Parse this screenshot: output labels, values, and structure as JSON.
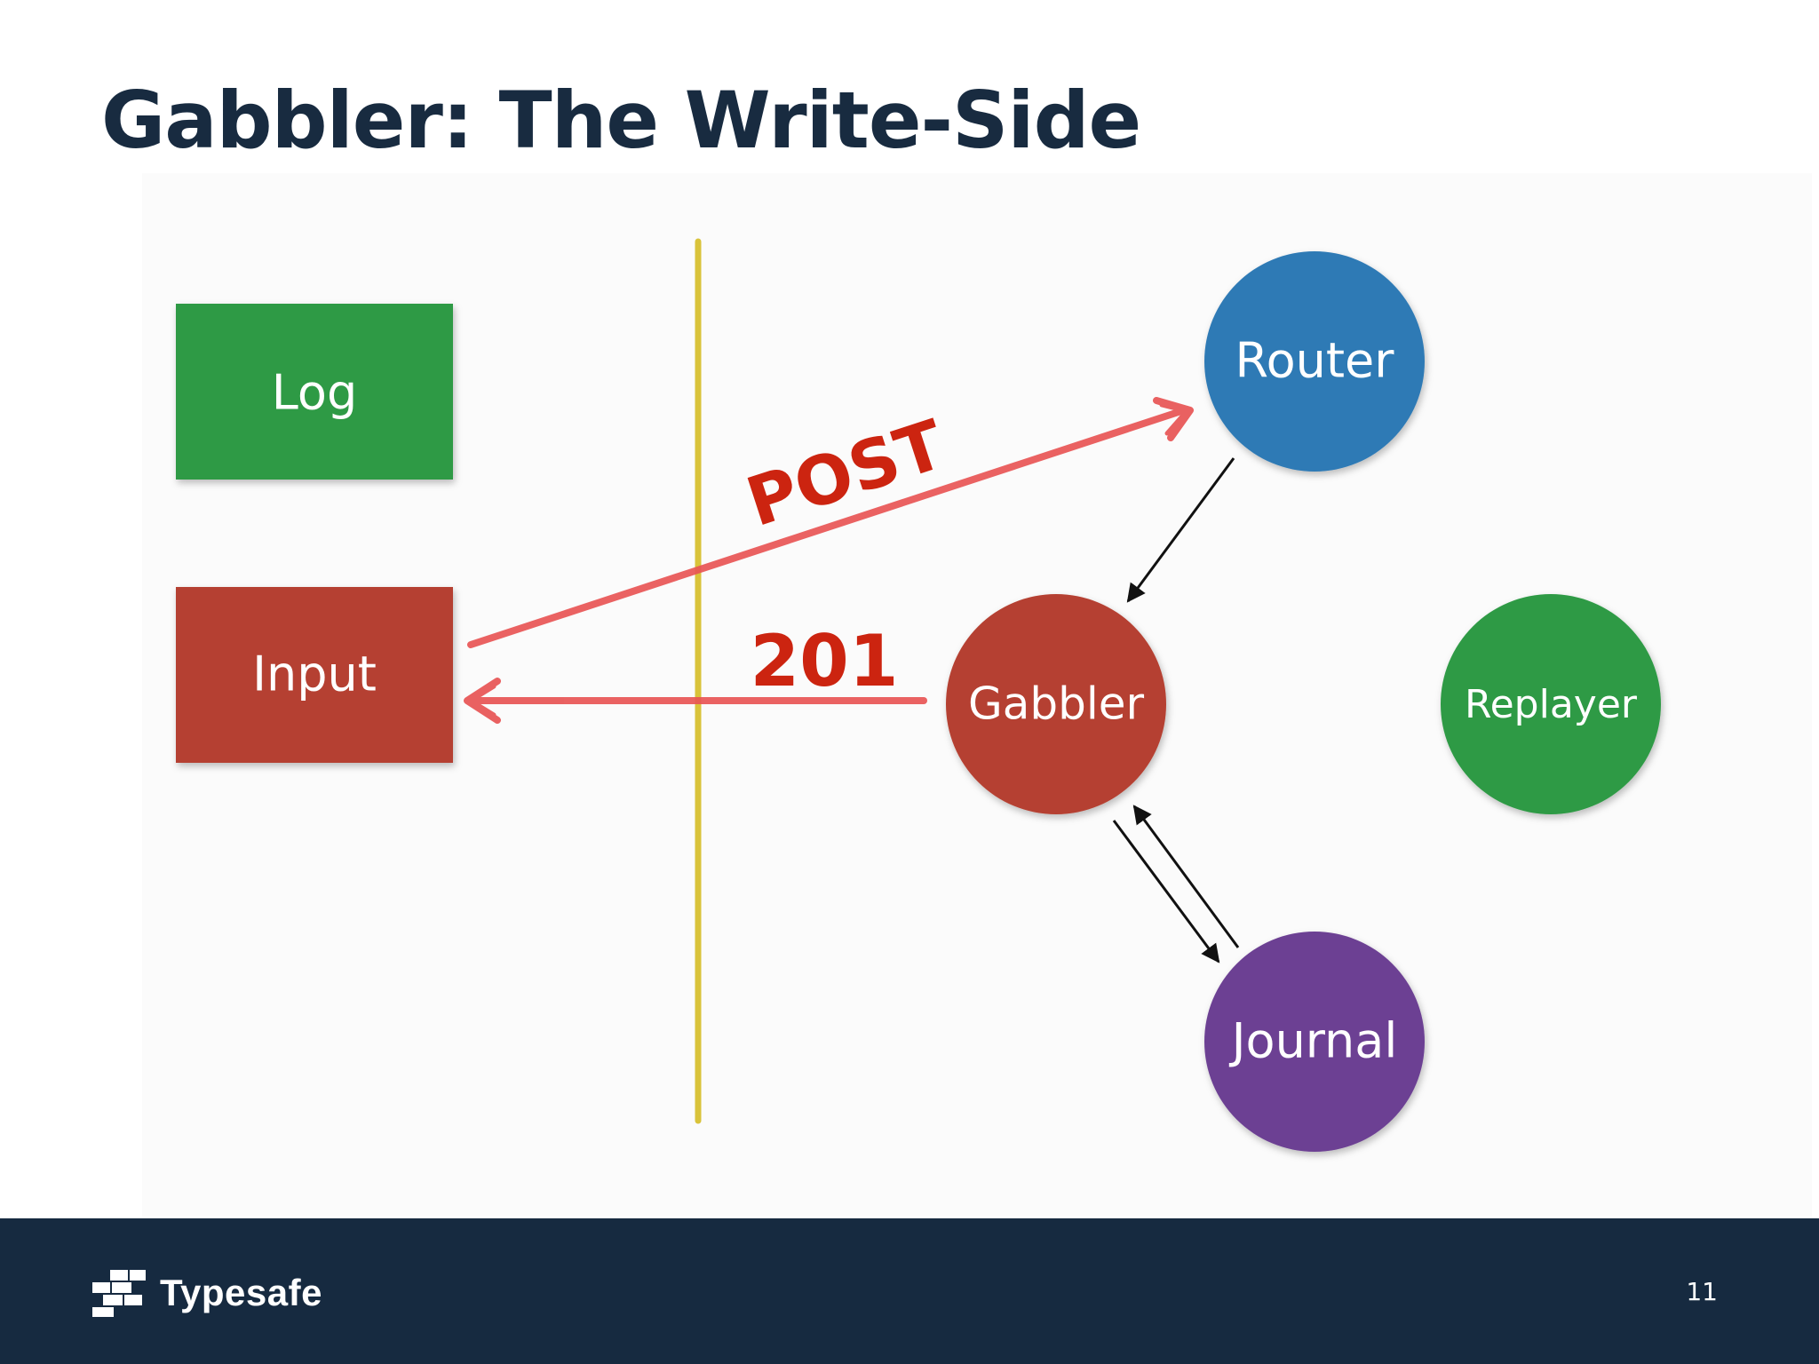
{
  "slide": {
    "title": "Gabbler: The Write-Side",
    "page_number": "11"
  },
  "nodes": {
    "log": {
      "label": "Log",
      "color": "#2f9a45"
    },
    "input": {
      "label": "Input",
      "color": "#b54030"
    },
    "router": {
      "label": "Router",
      "color": "#2f7ab5"
    },
    "gabbler": {
      "label": "Gabbler",
      "color": "#b54030"
    },
    "replayer": {
      "label": "Replayer",
      "color": "#2f9a45"
    },
    "journal": {
      "label": "Journal",
      "color": "#6c3f93"
    }
  },
  "arrows": {
    "post_label": "POST",
    "response_label": "201",
    "highlight_color": "#e85555",
    "divider_color": "#d9c33a"
  },
  "footer": {
    "brand": "Typesafe",
    "background": "#162a40"
  }
}
